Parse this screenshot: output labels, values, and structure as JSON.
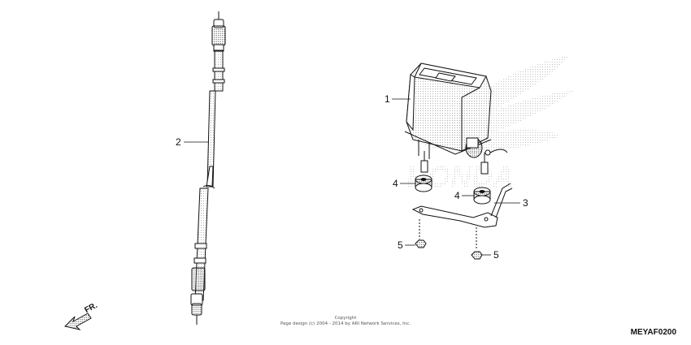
{
  "callouts": {
    "meter_assy": "1",
    "meter_cable": "2",
    "stay": "3",
    "rubber_left": "4",
    "rubber_right": "4",
    "nut_left": "5",
    "nut_right": "5"
  },
  "direction_label": "FR.",
  "copyright": {
    "line1": "Copyright",
    "line2": "Page design (c) 2004 - 2014 by ARI Network Services, Inc."
  },
  "diagram_code": "MEYAF0200",
  "watermark_text": "HONDA",
  "colors": {
    "line": "#111111",
    "stipple": "#bdbdbd"
  }
}
